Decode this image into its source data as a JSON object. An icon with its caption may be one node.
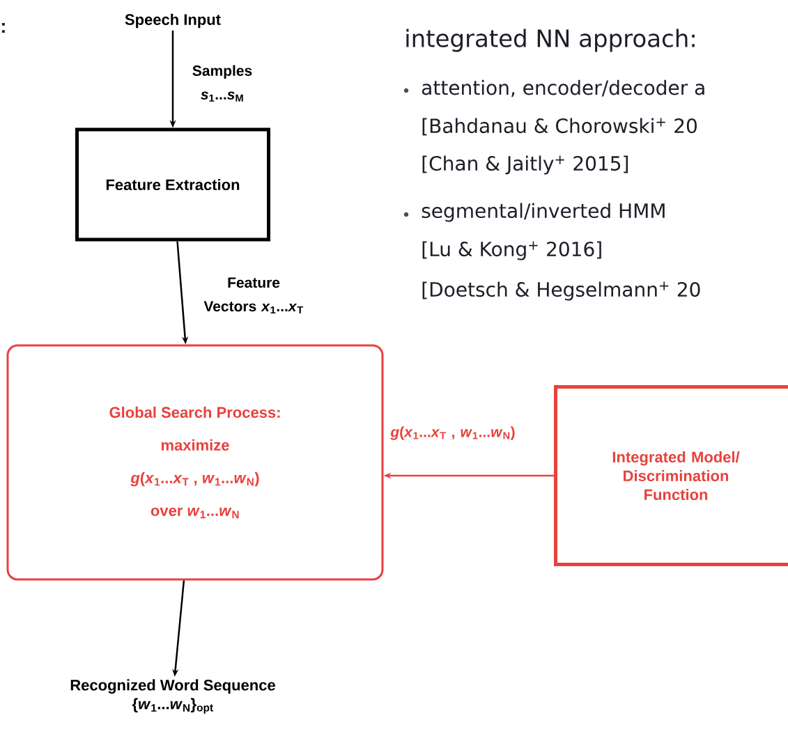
{
  "diagram": {
    "nodes": [
      {
        "text": [
          "Speech Input"
        ]
      },
      {
        "text": [
          "Feature Extraction"
        ]
      },
      {
        "text": [
          "Global Search Process:",
          "maximize",
          "*g*(*x*$_{1}$...*x*$_{T}$ , *w*$_{1}$...*w*$_{N}$)",
          "over  *w*$_{1}$...*w*$_{N}$"
        ]
      },
      {
        "text": [
          "Integrated Model/ Discrimination Function"
        ]
      },
      {
        "text": [
          "Recognized Word Sequence",
          "{*w*$_{1}$...*w*$_{N}$}$_{opt}$"
        ]
      }
    ],
    "edges": [
      {
        "from": 0,
        "to": 1,
        "arrow": "to",
        "label": "Samples *s*$_{1}$...*s*$_{M}$"
      },
      {
        "from": 1,
        "to": 2,
        "arrow": "to",
        "label": "Feature Vectors *x*$_{1}$...*x*$_{T}$"
      },
      {
        "from": 3,
        "to": 2,
        "arrow": "to",
        "label": "*g*(*x*$_{1}$...*x*$_{T}$ , *w*$_{1}$...*w*$_{N}$)",
        "color": "#e8413c"
      },
      {
        "from": 2,
        "to": 4,
        "arrow": "to"
      }
    ],
    "labels": [
      ":",
      "integrated NN approach:",
      "attention, encoder/decoder a",
      "[Bahdanau & Chorowski$^{+}$ 20",
      "[Chan & Jaitly$^{+}$ 2015]",
      "segmental/inverted HMM",
      "[Lu & Kong$^{+}$ 2016]",
      "[Doetsch & Hegselmann$^{+}$ 20"
    ]
  }
}
